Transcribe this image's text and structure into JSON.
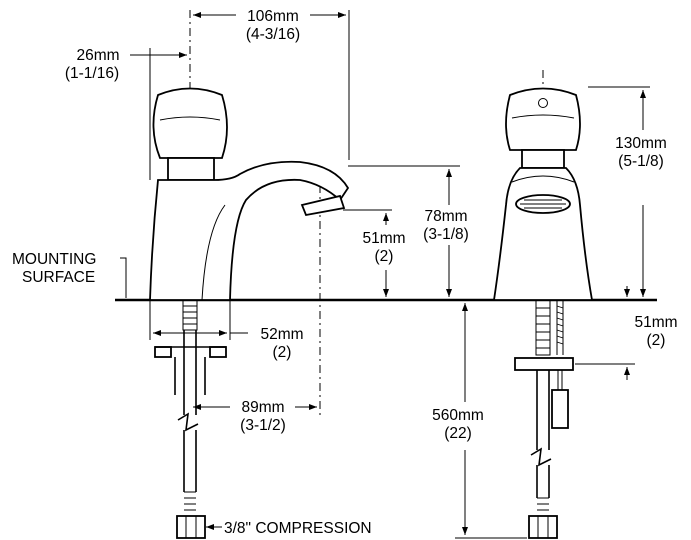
{
  "dimensions": {
    "top_width": {
      "mm": "106mm",
      "in": "(4-3/16)"
    },
    "offset": {
      "mm": "26mm",
      "in": "(1-1/16)"
    },
    "total_height": {
      "mm": "130mm",
      "in": "(5-1/8)"
    },
    "spout_height": {
      "mm": "78mm",
      "in": "(3-1/8)"
    },
    "outlet_height": {
      "mm": "51mm",
      "in": "(2)"
    },
    "base_width": {
      "mm": "52mm",
      "in": "(2)"
    },
    "spout_reach": {
      "mm": "89mm",
      "in": "(3-1/2)"
    },
    "nut_depth": {
      "mm": "51mm",
      "in": "(2)"
    },
    "supply_length": {
      "mm": "560mm",
      "in": "(22)"
    }
  },
  "labels": {
    "mounting_line1": "MOUNTING",
    "mounting_line2": "SURFACE",
    "compression": "3/8\" COMPRESSION"
  }
}
